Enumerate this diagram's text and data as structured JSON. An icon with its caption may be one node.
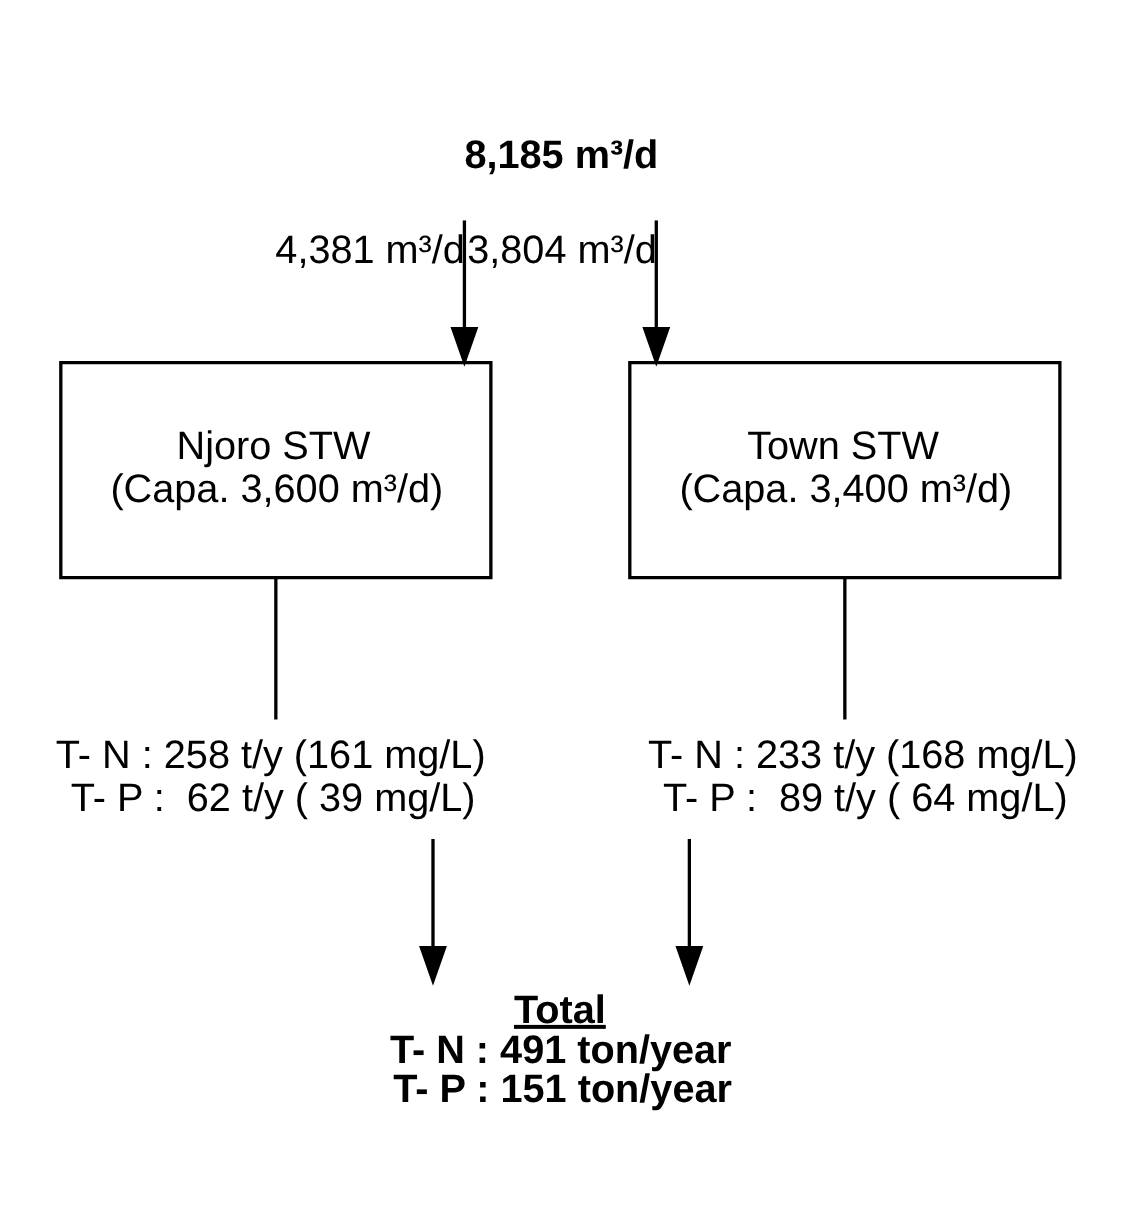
{
  "diagram": {
    "nodes": [
      {
        "text": [
          "8,185 m³/d"
        ]
      },
      {
        "text": [
          "Njoro STW",
          "(Capa. 3,600 m³/d)"
        ]
      },
      {
        "text": [
          "Town STW",
          "(Capa. 3,400 m³/d)"
        ]
      },
      {
        "text": [
          "T- N : 258 t/y (161 mg/L)",
          "T- P :  62 t/y ( 39 mg/L)"
        ]
      },
      {
        "text": [
          "T- N : 233 t/y (168 mg/L)",
          "T- P :  89 t/y ( 64 mg/L)"
        ]
      },
      {
        "text": [
          "Total",
          "T- N : 491 ton/year",
          "T- P : 151 ton/year"
        ]
      }
    ],
    "edges": [
      {
        "from": 0,
        "to": 1,
        "arrow": "to",
        "label": "4,381 m³/d"
      },
      {
        "from": 0,
        "to": 2,
        "arrow": "to",
        "label": "3,804 m³/d"
      },
      {
        "from": 1,
        "to": 3,
        "arrow": "none"
      },
      {
        "from": 2,
        "to": 4,
        "arrow": "none"
      },
      {
        "from": 3,
        "to": 5,
        "arrow": "to"
      },
      {
        "from": 4,
        "to": 5,
        "arrow": "to"
      }
    ]
  }
}
